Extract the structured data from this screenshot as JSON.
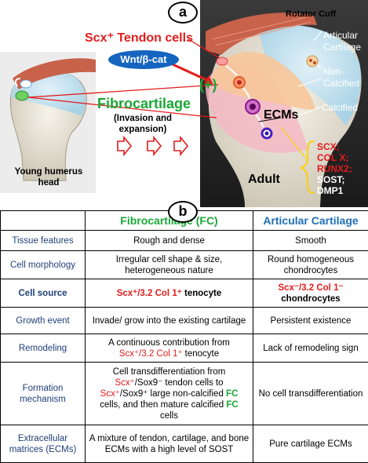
{
  "panel_a": {
    "label": "a",
    "rotator_cuff": "Rotator Cuff",
    "articular_cartilage_line1": "Articular",
    "articular_cartilage_line2": "Cartilage",
    "scx_tendon": "Scx⁺ Tendon cells",
    "wnt": "Wnt/β-cat",
    "plus": "(+)",
    "non_calcified_line1": "Non-",
    "non_calcified_line2": "Calcified",
    "calcified": "Calcified",
    "ecms": "ECMs",
    "fibrocartilage": "Fibrocartilage",
    "invasion_line1": "(Invasion and",
    "invasion_line2": "expansion)",
    "young_line1": "Young humerus",
    "young_line2": "head",
    "adult": "Adult",
    "ecm_markers": [
      {
        "text": "SCX;",
        "color": "#e31b1b"
      },
      {
        "text": "COL X;",
        "color": "#e31b1b"
      },
      {
        "text": "RUNX2;",
        "color": "#e31b1b"
      },
      {
        "text": "SOST;",
        "color": "#000000"
      },
      {
        "text": "DMP1",
        "color": "#000000"
      }
    ]
  },
  "panel_b": {
    "label": "b",
    "header_fc": "Fibrocartilage (FC)",
    "header_ac": "Articular Cartilage",
    "rows": {
      "tissue": {
        "label": "Tissue features",
        "fc": "Rough and dense",
        "ac": "Smooth"
      },
      "morph": {
        "label": "Cell morphology",
        "fc": "Irregular cell shape & size, heterogeneous nature",
        "ac": "Round homogeneous chondrocytes"
      },
      "source": {
        "label": "Cell source",
        "fc_red": "Scx⁺/3.2 Col 1⁺",
        "fc_tail": " tenocyte",
        "ac_red": "Scx⁻/3.2 Col 1⁻",
        "ac_tail": "chondrocytes"
      },
      "growth": {
        "label": "Growth event",
        "fc": "Invade/ grow into the existing cartilage",
        "ac": "Persistent existence"
      },
      "remodel": {
        "label": "Remodeling",
        "fc_line1": "A continuous contribution from",
        "fc_red": "Scx⁺/3.2 Col 1⁺",
        "fc_tail": " tenocyte",
        "ac": "Lack of remodeling sign"
      },
      "formation": {
        "label_line1": "Formation",
        "label_line2": "mechanism",
        "fc_p1": "Cell transdifferentiation from",
        "fc_red1": "Scx⁺",
        "fc_p2": "/Sox9⁻ tendon cells to",
        "fc_red2": "Scx⁺",
        "fc_p3": "/Sox9⁺ large non-calcified ",
        "fc_green1": "FC",
        "fc_p4": "cells, and then mature calcified ",
        "fc_green2": "FC",
        "fc_p5": "cells",
        "ac": "No cell transdifferentiation"
      },
      "ecm": {
        "label_line1": "Extracellular",
        "label_line2": "matrices (ECMs)",
        "fc": "A mixture of tendon, cartilage, and bone ECMs with a high level of SOST",
        "ac": "Pure cartilage ECMs"
      }
    }
  },
  "colors": {
    "red": "#e31b1b",
    "green": "#1aa835",
    "fc_header": "#1aa835",
    "ac_header": "#1f6fb5",
    "row_label": "#1f3f7a",
    "wnt_oval": "#1565c0"
  }
}
